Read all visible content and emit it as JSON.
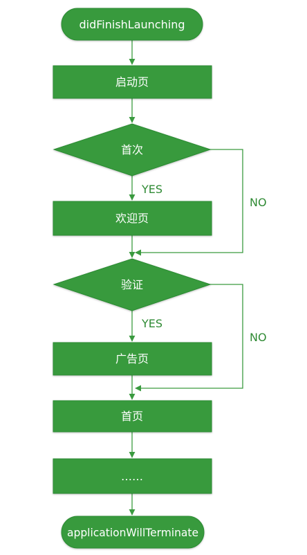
{
  "colors": {
    "node_fill": "#379a3d",
    "node_stroke": "#2c8a32",
    "edge": "#3a9a3f",
    "edge_label": "#2f8a34"
  },
  "nodes": {
    "start": "didFinishLaunching",
    "splash": "启动页",
    "first_decision": "首次",
    "welcome": "欢迎页",
    "verify_decision": "验证",
    "ad": "广告页",
    "home": "首页",
    "ellipsis": "……",
    "end": "applicationWillTerminate"
  },
  "edges": {
    "first_yes": "YES",
    "first_no": "NO",
    "verify_yes": "YES",
    "verify_no": "NO"
  }
}
